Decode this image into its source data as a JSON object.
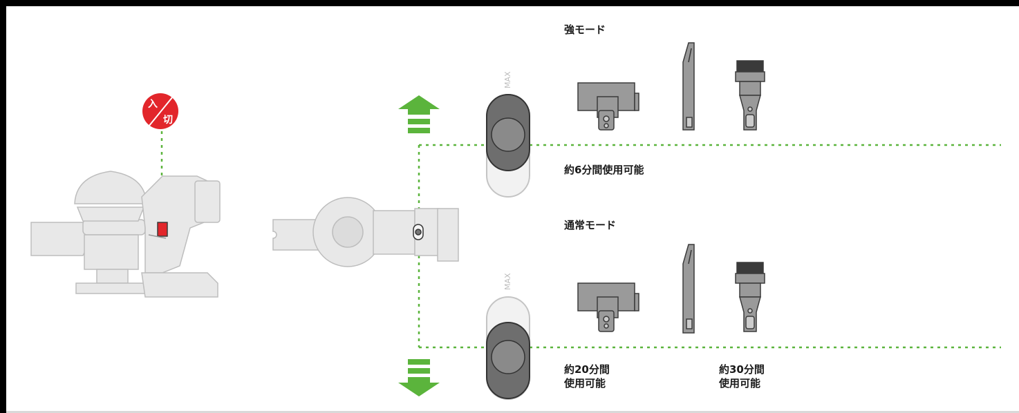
{
  "power_badge": {
    "top": "入",
    "bottom": "切"
  },
  "switch_label": "MAX",
  "boost_mode": {
    "title": "強モード",
    "runtime": "約6分間使用可能"
  },
  "normal_mode": {
    "title": "通常モード",
    "runtime_attached_line1": "約20分間",
    "runtime_attached_line2": "使用可能",
    "runtime_plain_line1": "約30分間",
    "runtime_plain_line2": "使用可能"
  },
  "colors": {
    "accent_green": "#5bb43c",
    "dotted_green": "#5bb43c",
    "badge_red": "#e2262b",
    "device_fill": "#e8e8e8",
    "tool_fill": "#9a9a9a"
  },
  "icons": [
    "power-badge-icon",
    "arrow-up-icon",
    "arrow-down-icon",
    "vacuum-side-icon",
    "vacuum-top-icon",
    "mode-switch-icon",
    "motorhead-tool-icon",
    "crevice-tool-icon",
    "brush-tool-icon"
  ]
}
